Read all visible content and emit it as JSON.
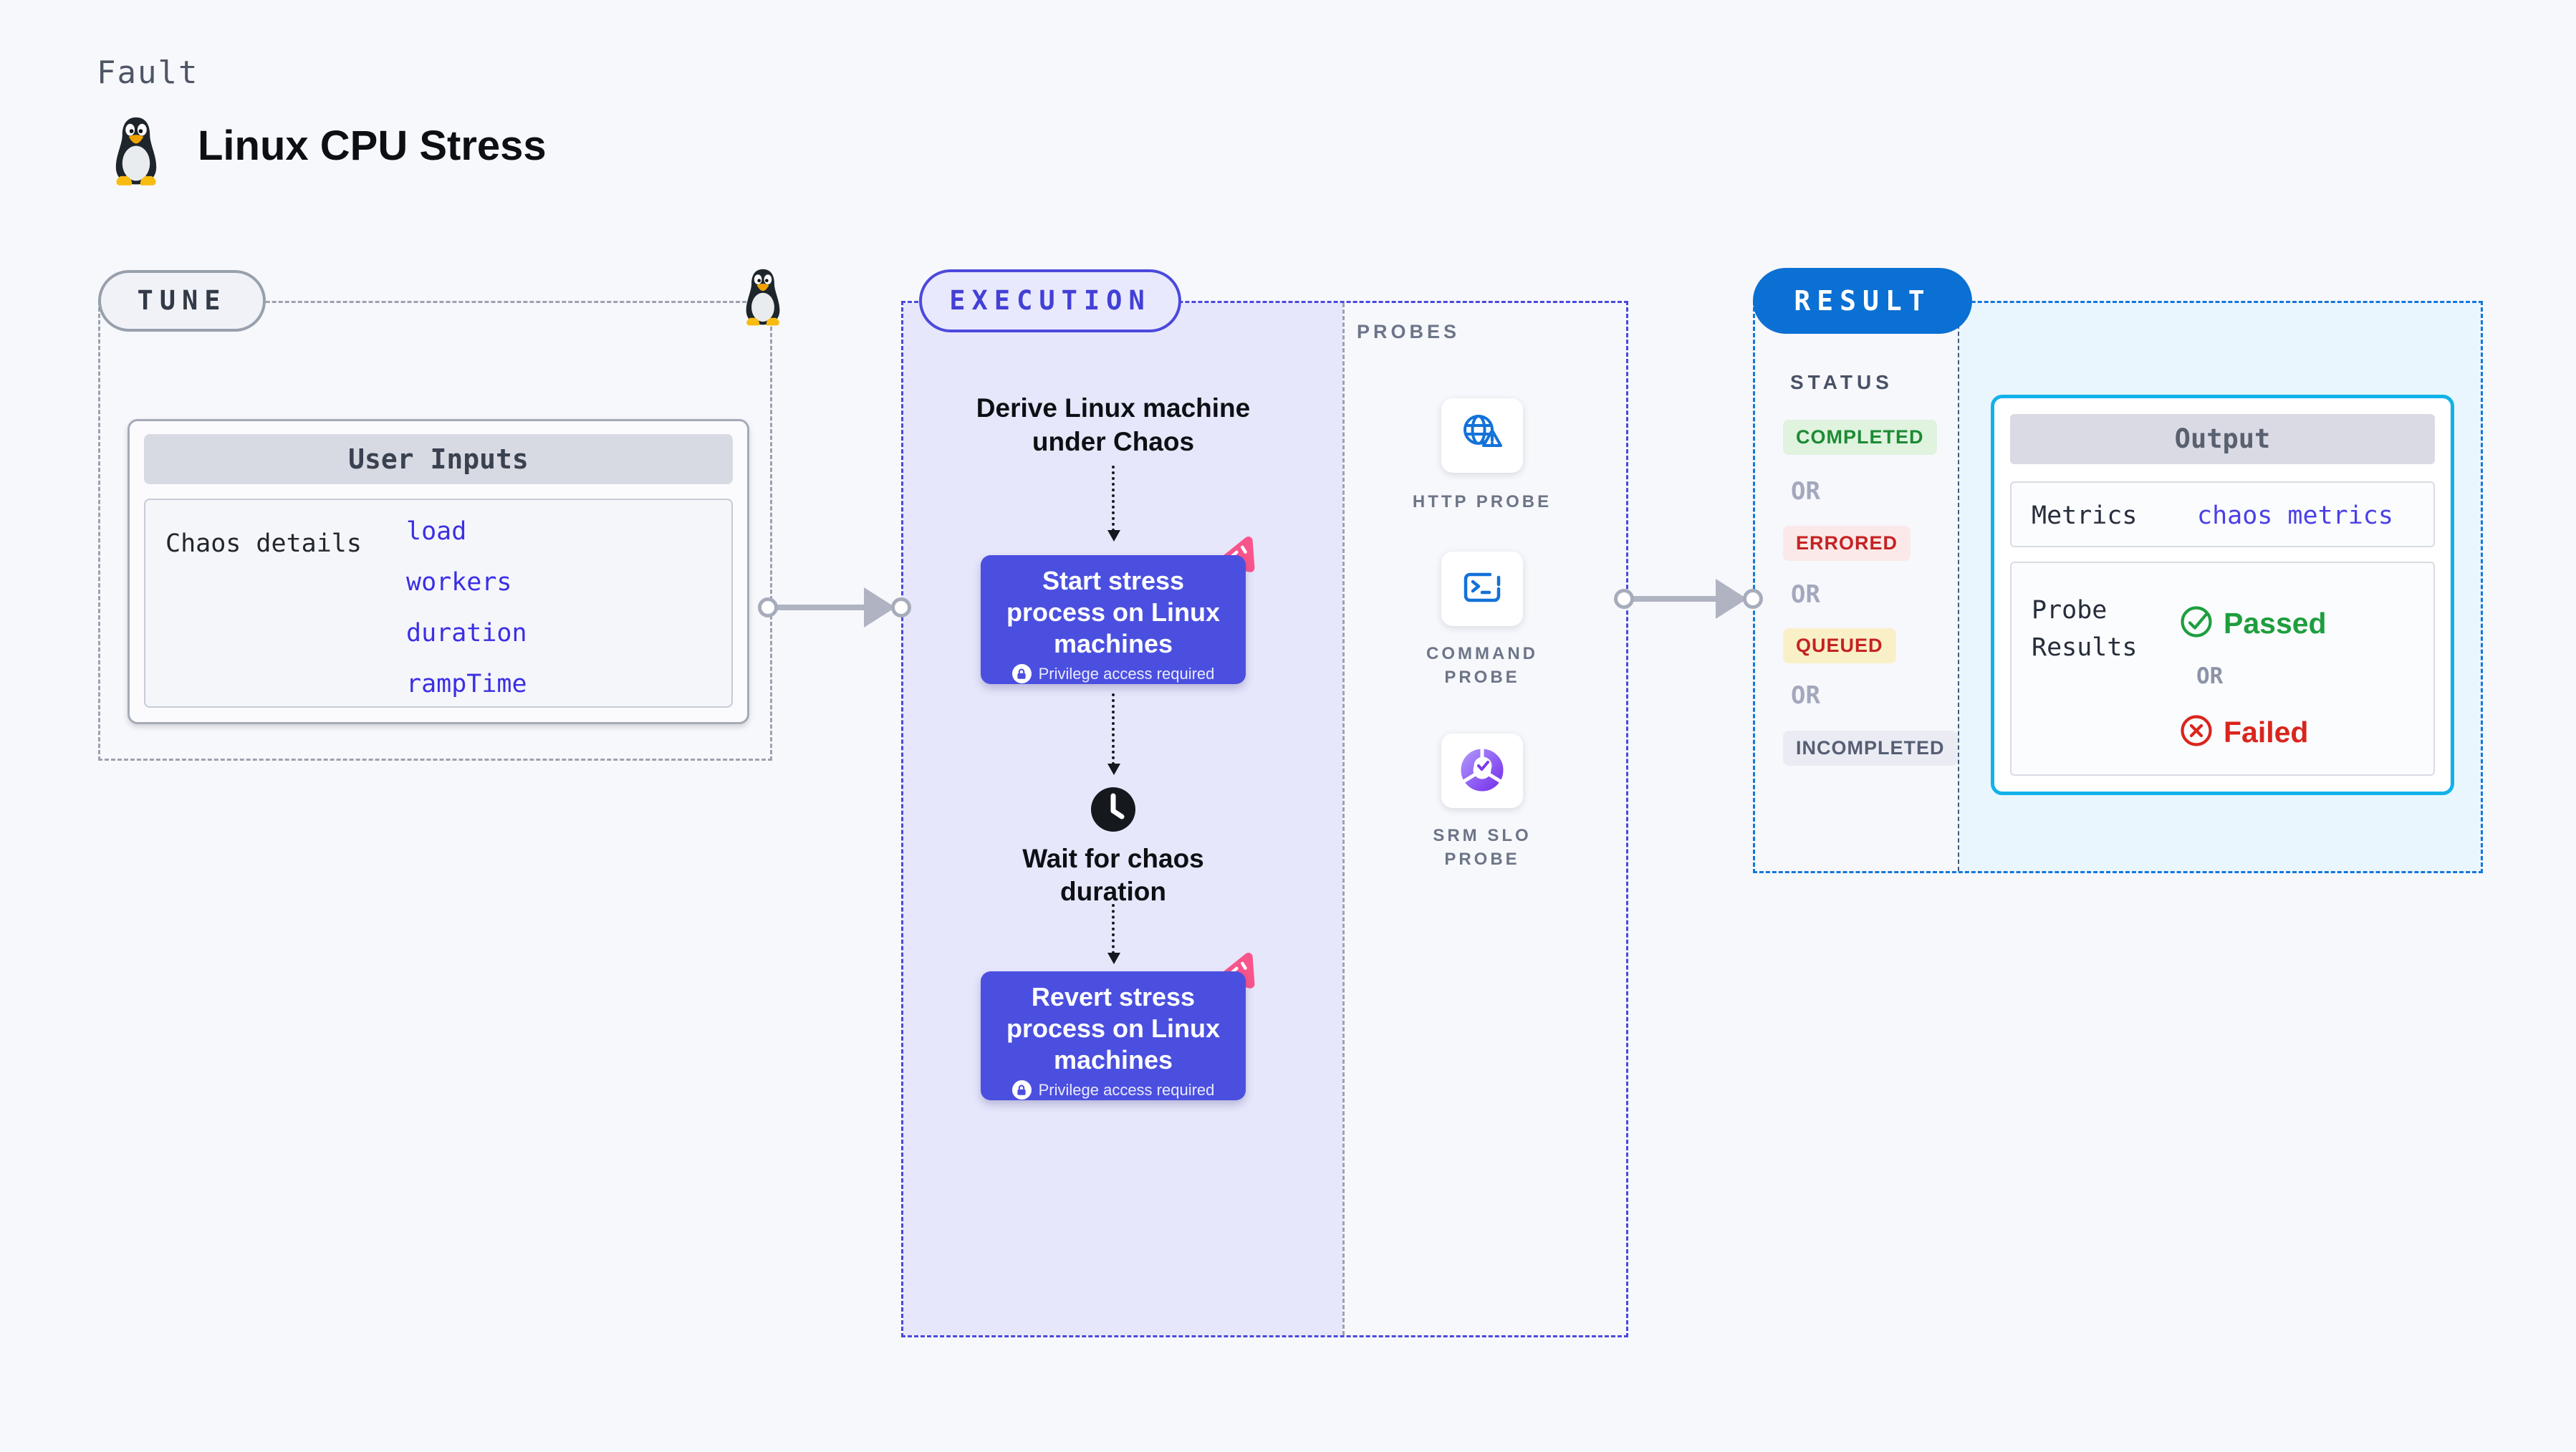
{
  "page": {
    "kicker": "Fault",
    "title": "Linux CPU Stress"
  },
  "tune": {
    "badge": "TUNE",
    "card": {
      "header": "User Inputs",
      "row_label": "Chaos details",
      "inputs": [
        "load",
        "workers",
        "duration",
        "rampTime"
      ]
    }
  },
  "execution": {
    "badge": "EXECUTION",
    "derive_text": "Derive Linux machine under Chaos",
    "steps": {
      "start": {
        "title": "Start stress process on Linux machines",
        "note": "Privilege access required"
      },
      "revert": {
        "title": "Revert stress process on Linux machines",
        "note": "Privilege access required"
      }
    },
    "wait_text": "Wait for chaos duration",
    "probes": {
      "label": "PROBES",
      "items": [
        {
          "label": "HTTP PROBE",
          "icon": "globe-alert-icon"
        },
        {
          "label": "COMMAND PROBE",
          "icon": "terminal-icon"
        },
        {
          "label": "SRM SLO PROBE",
          "icon": "slo-donut-icon"
        }
      ]
    }
  },
  "result": {
    "badge": "RESULT",
    "status": {
      "label": "STATUS",
      "or_label": "OR",
      "items": [
        {
          "label": "COMPLETED",
          "fg": "#1D8A35",
          "bg": "#DFF3DE"
        },
        {
          "label": "ERRORED",
          "fg": "#C42322",
          "bg": "#FBE9E9"
        },
        {
          "label": "QUEUED",
          "fg": "#C42322",
          "bg": "#FAF0C8"
        },
        {
          "label": "INCOMPLETED",
          "fg": "#565E74",
          "bg": "#EBECF3"
        }
      ]
    },
    "output": {
      "header": "Output",
      "metrics_label": "Metrics",
      "metrics_value": "chaos metrics",
      "probe_label": "Probe Results",
      "passed_label": "Passed",
      "or_label": "OR",
      "failed_label": "Failed"
    }
  },
  "colors": {
    "page_bg": "#F7F8FC",
    "step_indigo": "#4B4FDF",
    "lavender_fill": "#E7E7FB",
    "dashed_gray": "#9CA2AE",
    "dashed_indigo": "#4B49DC",
    "result_blue": "#0B70D3",
    "result_dash_blue": "#1377DB",
    "cyan_border": "#12B2E9",
    "cyan_fill": "#EAF6FD",
    "link_indigo": "#3B2FE4",
    "passed_green": "#1E9E3E",
    "failed_red": "#D9251D",
    "pink_accent": "#F8558C",
    "probe_icon_blue": "#1372D8",
    "srm_purple": "#7C3AED"
  }
}
